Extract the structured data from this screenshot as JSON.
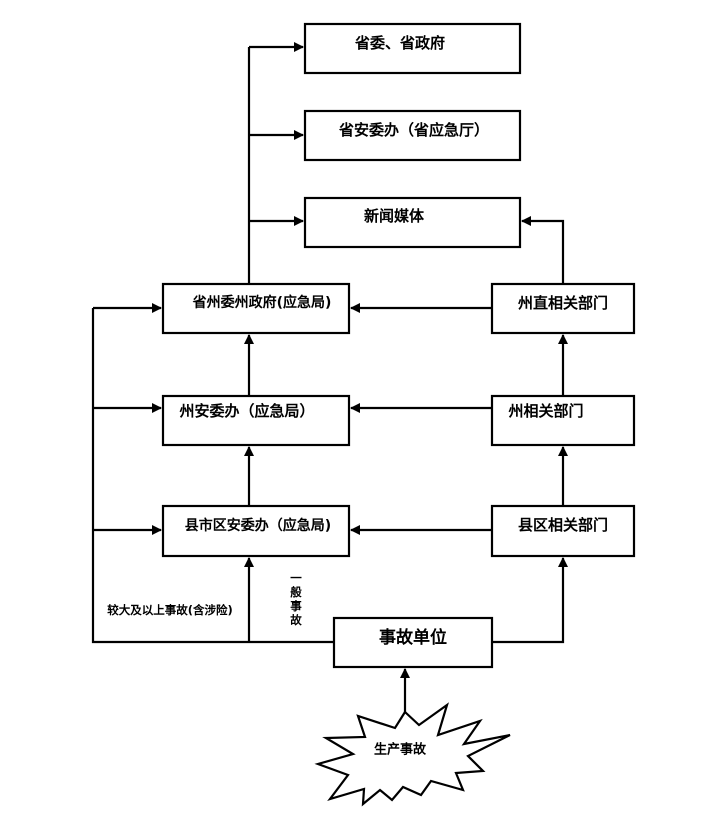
{
  "diagram": {
    "type": "flowchart",
    "colors": {
      "stroke": "#000000",
      "background": "#ffffff",
      "box_fill": "#ffffff"
    },
    "nodes": {
      "provincial_committee_gov": {
        "label": "省委、省政府"
      },
      "provincial_safety_office": {
        "label": "省安委办（省应急厅）"
      },
      "news_media": {
        "label": "新闻媒体"
      },
      "prefecture_committee_gov": {
        "label": "省州委州政府(应急局)"
      },
      "prefecture_direct_depts": {
        "label": "州直相关部门"
      },
      "prefecture_safety_office": {
        "label": "州安委办（应急局）"
      },
      "prefecture_depts": {
        "label": "州相关部门"
      },
      "county_safety_office": {
        "label": "县市区安委办（应急局)"
      },
      "county_depts": {
        "label": "县区相关部门"
      },
      "accident_unit": {
        "label": "事故单位"
      },
      "production_accident": {
        "label": "生产事故"
      }
    },
    "edge_labels": {
      "major_accident": "较大及以上事故(含涉险)",
      "general_accident_chars": [
        "一",
        "般",
        "事",
        "故"
      ]
    },
    "edges": [
      {
        "from": "production_accident",
        "to": "accident_unit"
      },
      {
        "from": "accident_unit",
        "to": "county_safety_office",
        "label": "一般事故"
      },
      {
        "from": "accident_unit",
        "to": "county_depts"
      },
      {
        "from": "accident_unit",
        "to": "county_safety_office",
        "label": "较大及以上事故(含涉险)"
      },
      {
        "from": "accident_unit",
        "to": "prefecture_safety_office",
        "label": "较大及以上事故(含涉险)"
      },
      {
        "from": "accident_unit",
        "to": "prefecture_committee_gov",
        "label": "较大及以上事故(含涉险)"
      },
      {
        "from": "county_safety_office",
        "to": "prefecture_safety_office"
      },
      {
        "from": "prefecture_safety_office",
        "to": "prefecture_committee_gov"
      },
      {
        "from": "county_depts",
        "to": "county_safety_office"
      },
      {
        "from": "county_depts",
        "to": "prefecture_depts"
      },
      {
        "from": "prefecture_depts",
        "to": "prefecture_safety_office"
      },
      {
        "from": "prefecture_depts",
        "to": "prefecture_direct_depts"
      },
      {
        "from": "prefecture_direct_depts",
        "to": "prefecture_committee_gov"
      },
      {
        "from": "prefecture_direct_depts",
        "to": "news_media"
      },
      {
        "from": "prefecture_committee_gov",
        "to": "provincial_committee_gov"
      },
      {
        "from": "prefecture_committee_gov",
        "to": "provincial_safety_office"
      },
      {
        "from": "prefecture_committee_gov",
        "to": "news_media"
      }
    ]
  }
}
